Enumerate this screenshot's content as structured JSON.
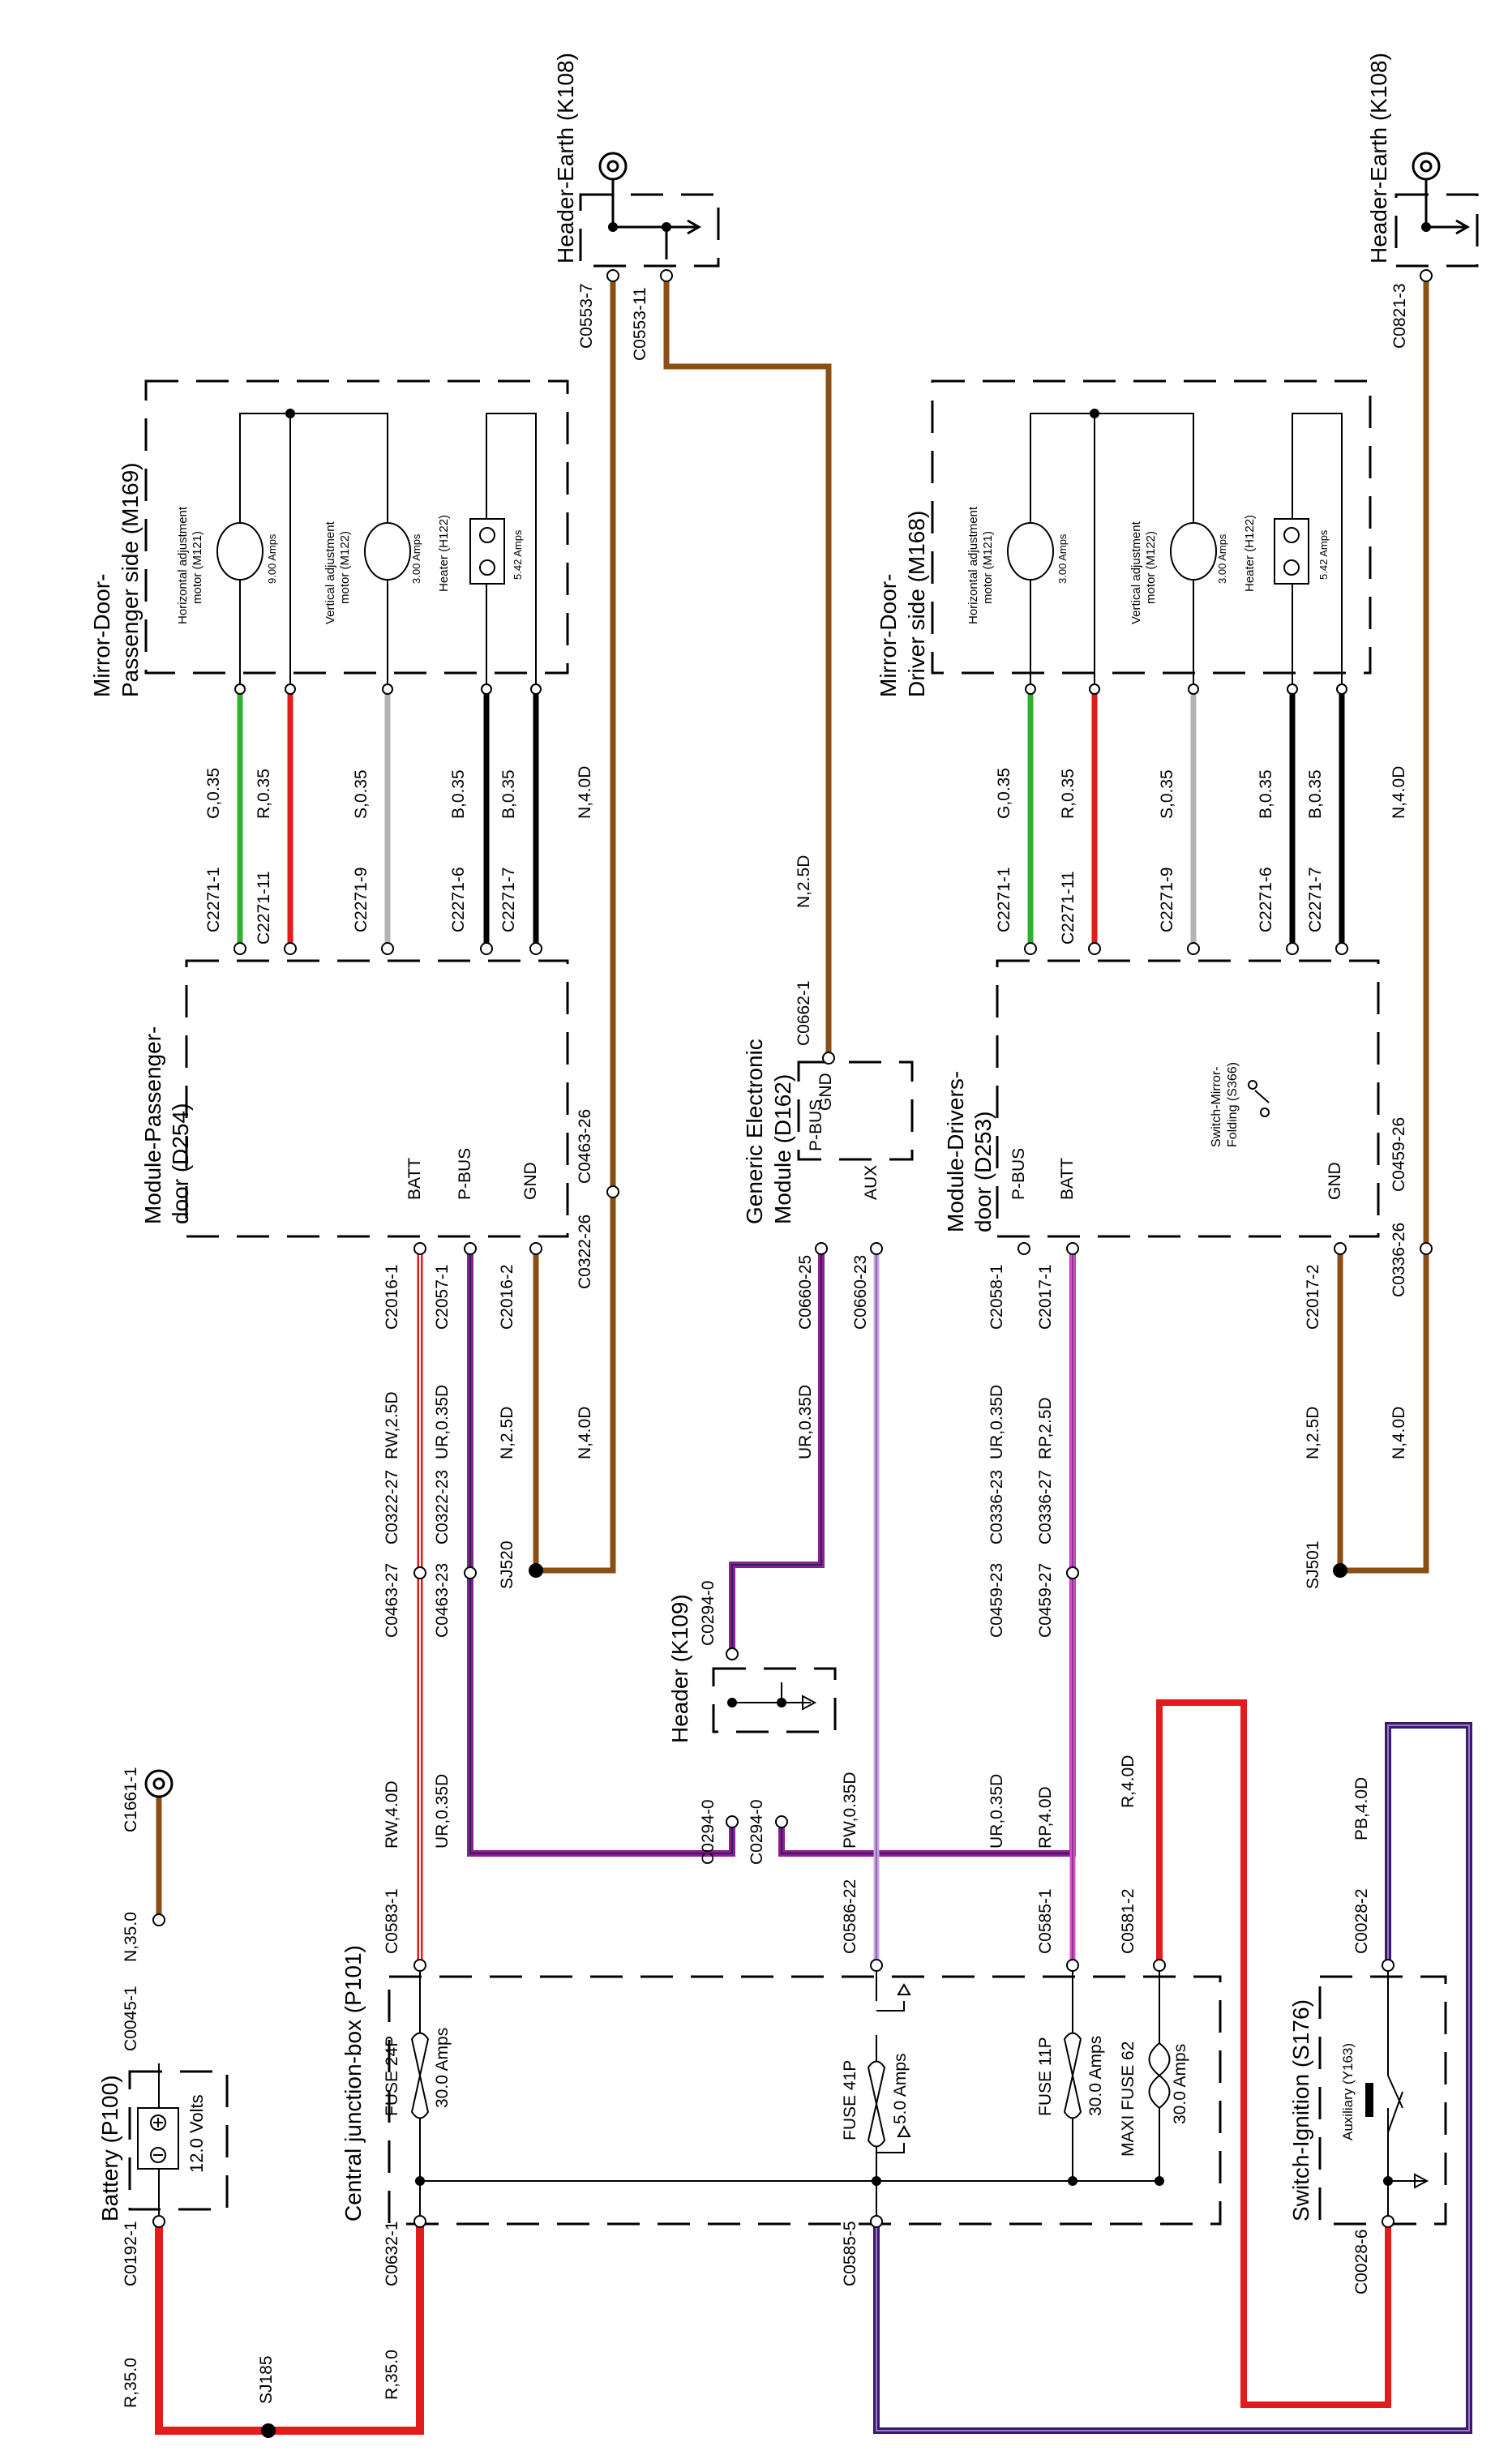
{
  "components": {
    "battery": {
      "title": "Battery (P100)",
      "voltage": "12.0 Volts"
    },
    "cjb": {
      "title": "Central junction-box (P101)"
    },
    "fuse24": {
      "name": "FUSE 24P",
      "rating": "30.0 Amps"
    },
    "fuse41": {
      "name": "FUSE 41P",
      "rating": "5.0 Amps"
    },
    "fuse11": {
      "name": "FUSE 11P",
      "rating": "30.0 Amps"
    },
    "maxi62": {
      "name": "MAXI FUSE 62",
      "rating": "30.0 Amps"
    },
    "ignition": {
      "title": "Switch-Ignition (S176)",
      "aux": "Auxiliary (Y163)"
    },
    "header_k109": {
      "title": "Header (K109)"
    },
    "gem": {
      "title1": "Generic Electronic",
      "title2": "Module (D162)",
      "pin_pbus": "P-BUS",
      "pin_gnd": "GND",
      "pin_aux": "AUX"
    },
    "module_pass": {
      "title1": "Module-Passenger-",
      "title2": "door (D254)",
      "pin_batt": "BATT",
      "pin_pbus": "P-BUS",
      "pin_gnd": "GND"
    },
    "module_drv": {
      "title1": "Module-Drivers-",
      "title2": "door (D253)",
      "pin_pbus": "P-BUS",
      "pin_batt": "BATT",
      "pin_gnd": "GND"
    },
    "switch_fold": {
      "line1": "Switch-Mirror-",
      "line2": "Folding (S366)"
    },
    "mirror_pass": {
      "title1": "Mirror-Door-",
      "title2": "Passenger side (M169)"
    },
    "mirror_drv": {
      "title1": "Mirror-Door-",
      "title2": "Driver side (M168)"
    },
    "motor_h": {
      "line1": "Horizontal adjustment",
      "line2": "motor (M121)",
      "rating_pass": "9.00 Amps",
      "rating_drv": "3.00 Amps"
    },
    "motor_v": {
      "line1": "Vertical adjustment",
      "line2": "motor (M122)",
      "rating": "3.00 Amps"
    },
    "heater": {
      "label": "Heater (H122)",
      "rating": "5.42 Amps"
    },
    "earth": {
      "title": "Header-Earth (K108)"
    }
  },
  "connectors": {
    "c0192_1": "C0192-1",
    "c0045_1": "C0045-1",
    "c1661_1": "C1661-1",
    "c0632_1": "C0632-1",
    "c0583_1": "C0583-1",
    "c0585_5": "C0585-5",
    "c0586_22": "C0586-22",
    "c0585_1": "C0585-1",
    "c0581_2": "C0581-2",
    "c0028_6": "C0028-6",
    "c0028_2": "C0028-2",
    "c0294_0": "C0294-0",
    "c0463_27": "C0463-27",
    "c0322_27": "C0322-27",
    "c0463_23": "C0463-23",
    "c0322_23": "C0322-23",
    "c0459_23": "C0459-23",
    "c0336_23": "C0336-23",
    "c0459_27": "C0459-27",
    "c0336_27": "C0336-27",
    "c2016_1": "C2016-1",
    "c2057_1": "C2057-1",
    "c2016_2": "C2016-2",
    "c0322_26": "C0322-26",
    "c0463_26": "C0463-26",
    "c0660_25": "C0660-25",
    "c0660_23": "C0660-23",
    "c0662_1": "C0662-1",
    "c2058_1": "C2058-1",
    "c2017_1": "C2017-1",
    "c2017_2": "C2017-2",
    "c0336_26": "C0336-26",
    "c0459_26": "C0459-26",
    "c0553_7": "C0553-7",
    "c0553_11": "C0553-11",
    "c0821_3": "C0821-3",
    "c2271_1": "C2271-1",
    "c2271_11": "C2271-11",
    "c2271_9": "C2271-9",
    "c2271_6": "C2271-6",
    "c2271_7": "C2271-7",
    "sj185": "SJ185",
    "sj520": "SJ520",
    "sj501": "SJ501"
  },
  "wires": {
    "r35": "R,35.0",
    "n35": "N,35.0",
    "rw4": "RW,4.0D",
    "ur035": "UR,0.35D",
    "pw035": "PW,0.35D",
    "rp4": "RP,4.0D",
    "r4": "R,4.0D",
    "pb4": "PB,4.0D",
    "rw25": "RW,2.5D",
    "n25": "N,2.5D",
    "n4": "N,4.0D",
    "rp25": "RP,2.5D",
    "g035": "G,0.35",
    "r035": "R,0.35",
    "s035": "S,0.35",
    "b035": "B,0.35"
  },
  "colors": {
    "red": "#e41b1b",
    "brown": "#8b4f16",
    "green": "#2fb12f",
    "grey": "#b3b3b3",
    "purple": "#8b1f8e",
    "navy": "#3a1a6e",
    "pink": "#d54fd0",
    "lilac": "#c9a6e6",
    "black": "#000000"
  },
  "icons": [
    "earth-icon",
    "battery-icon",
    "fuse-icon",
    "motor-icon",
    "heater-icon",
    "switch-icon"
  ]
}
